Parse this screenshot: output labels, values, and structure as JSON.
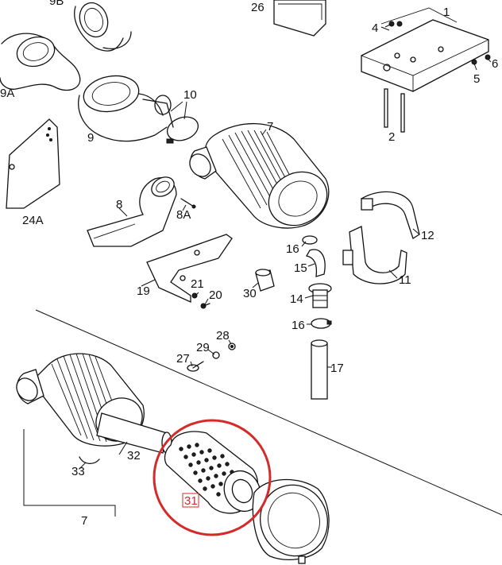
{
  "labels": {
    "p1": "1",
    "p2": "2",
    "p4": "4",
    "p5": "5",
    "p6": "6",
    "p7a": "7",
    "p7b": "7",
    "p8": "8",
    "p8a": "8A",
    "p9": "9",
    "p9a": "9A",
    "p9b": "9B",
    "p10": "10",
    "p11": "11",
    "p12": "12",
    "p14": "14",
    "p15": "15",
    "p16a": "16",
    "p16b": "16",
    "p17": "17",
    "p19": "19",
    "p20": "20",
    "p21": "21",
    "p24a": "24A",
    "p26": "26",
    "p27": "27",
    "p28": "28",
    "p29": "29",
    "p30": "30",
    "p31": "31",
    "p32": "32",
    "p33": "33"
  },
  "highlight": {
    "part": "31",
    "color": "#d42a2a"
  }
}
